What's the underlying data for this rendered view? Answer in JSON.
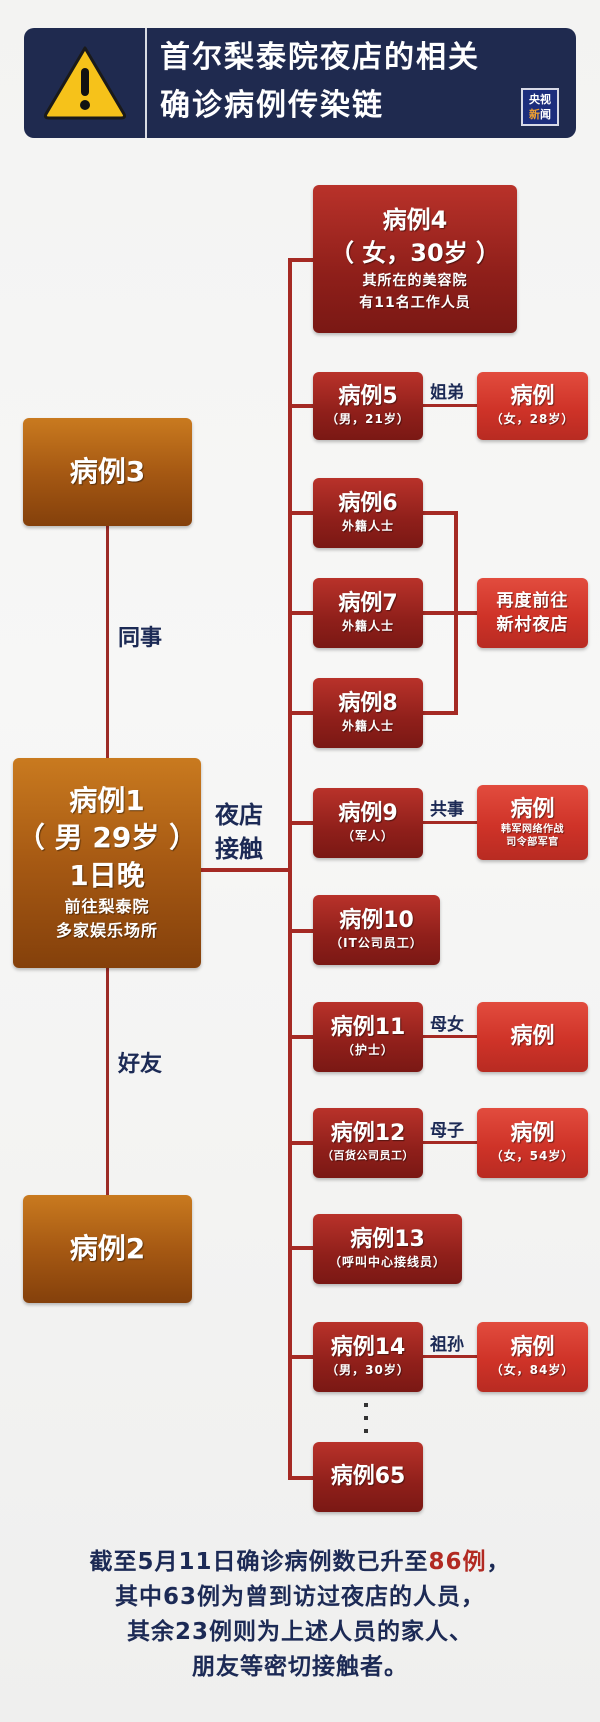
{
  "header": {
    "title_line1": "首尔梨泰院夜店的相关",
    "title_line2": "确诊病例传染链",
    "icon": "warning-triangle-icon",
    "logo_line1": "央视",
    "logo_line2_a": "新",
    "logo_line2_b": "闻",
    "colors": {
      "background": "#1f2a4f",
      "warning": "#f6c21a"
    }
  },
  "left_column": {
    "case3": {
      "label": "病例3"
    },
    "relation_top": "同事",
    "case1": {
      "label": "病例1",
      "detail": "（ 男 29岁 ）",
      "time": "1日晚",
      "note_line1": "前往梨泰院",
      "note_line2": "多家娱乐场所"
    },
    "relation_bottom": "好友",
    "case2": {
      "label": "病例2"
    },
    "trunk_relation_line1": "夜店",
    "trunk_relation_line2": "接触"
  },
  "branches": {
    "case4": {
      "label": "病例4",
      "detail": "（ 女，30岁 ）",
      "note_line1": "其所在的美容院",
      "note_line2": "有11名工作人员"
    },
    "case5": {
      "label": "病例5",
      "detail": "（男，21岁）",
      "relation": "姐弟",
      "linked": {
        "label": "病例",
        "detail": "（女，28岁）"
      }
    },
    "case6": {
      "label": "病例6",
      "detail": "外籍人士"
    },
    "case7": {
      "label": "病例7",
      "detail": "外籍人士"
    },
    "case8": {
      "label": "病例8",
      "detail": "外籍人士"
    },
    "group678": {
      "line1": "再度前往",
      "line2": "新村夜店"
    },
    "case9": {
      "label": "病例9",
      "detail": "（军人）",
      "relation": "共事",
      "linked": {
        "label": "病例",
        "detail_line1": "韩军网络作战",
        "detail_line2": "司令部军官"
      }
    },
    "case10": {
      "label": "病例10",
      "detail": "（IT公司员工）"
    },
    "case11": {
      "label": "病例11",
      "detail": "（护士）",
      "relation": "母女",
      "linked": {
        "label": "病例"
      }
    },
    "case12": {
      "label": "病例12",
      "detail": "（百货公司员工）",
      "relation": "母子",
      "linked": {
        "label": "病例",
        "detail": "（女，54岁）"
      }
    },
    "case13": {
      "label": "病例13",
      "detail": "（呼叫中心接线员）"
    },
    "case14": {
      "label": "病例14",
      "detail": "（男，30岁）",
      "relation": "祖孙",
      "linked": {
        "label": "病例",
        "detail": "（女，84岁）"
      }
    },
    "ellipsis": "⋮",
    "case65": {
      "label": "病例65"
    }
  },
  "footer": {
    "line1_prefix": "截至5月11日确诊病例数已升至",
    "line1_highlight": "86例",
    "line1_suffix": "，",
    "line2": "其中63例为曾到访过夜店的人员，",
    "line3": "其余23例则为上述人员的家人、",
    "line4": "朋友等密切接触者。",
    "highlight_color": "#b22a22"
  }
}
